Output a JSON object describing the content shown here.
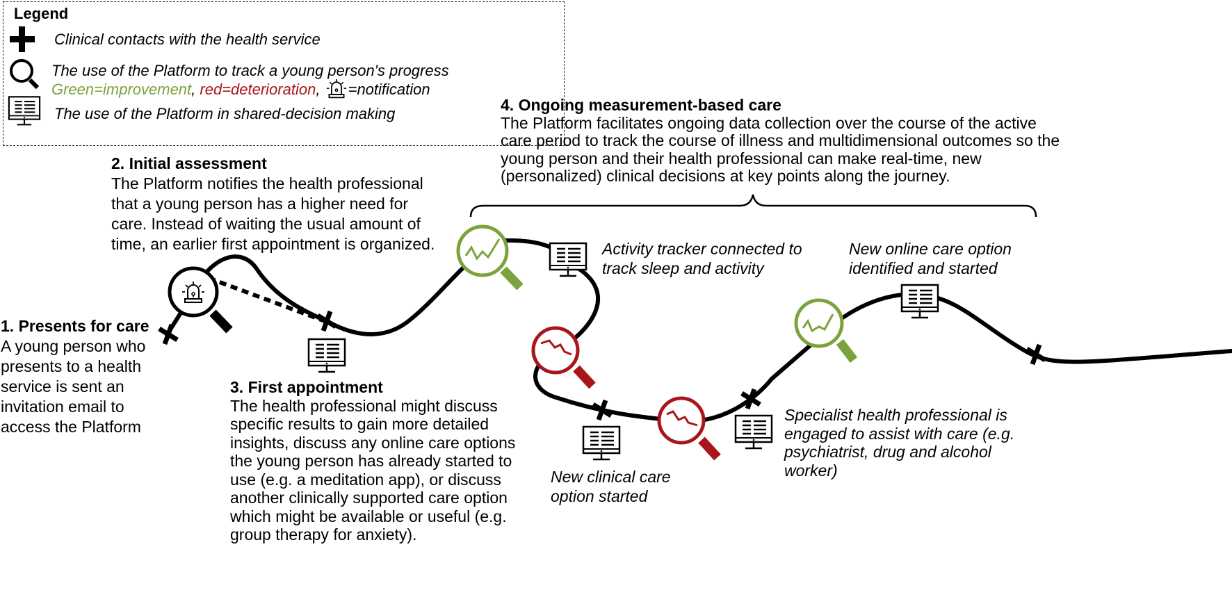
{
  "legend": {
    "title": "Legend",
    "items": [
      {
        "icon": "plus-icon",
        "text": "Clinical contacts with the health service"
      },
      {
        "icon": "magnifier-icon",
        "text": "The use of the Platform to track a young person's progress"
      },
      {
        "icon": "monitor-icon",
        "text": "The use of the Platform in shared-decision making"
      }
    ],
    "color_key": {
      "green": "Green=improvement",
      "sep1": ", ",
      "red": "red=deterioration",
      "sep2": ",",
      "notification": "=notification"
    }
  },
  "stages": {
    "s1": {
      "title": "1. Presents for care",
      "lines": [
        "A young person who",
        "presents to a health",
        "service is sent an",
        "invitation email to",
        "access the Platform"
      ]
    },
    "s2": {
      "title": "2. Initial assessment",
      "lines": [
        "The Platform notifies the health professional",
        "that a young person has a higher need for",
        "care. Instead of waiting the usual amount of",
        "time, an earlier first appointment is organized."
      ]
    },
    "s3": {
      "title": "3. First appointment",
      "lines": [
        "The health professional might discuss",
        "specific results to gain more detailed",
        "insights, discuss any online care options",
        "the young person has already started to",
        "use (e.g. a meditation app), or discuss",
        "another clinically supported care option",
        "which might be available or useful (e.g.",
        "group therapy for anxiety)."
      ]
    },
    "s4": {
      "title": "4. Ongoing measurement-based care",
      "lines": [
        "The Platform facilitates ongoing data collection over the course of the active",
        "care period to track the course of illness and multidimensional outcomes so the",
        "young person and their health professional can make real-time, new",
        "(personalized) clinical decisions at key points along the journey."
      ]
    }
  },
  "annotations": {
    "activity": [
      "Activity tracker connected to",
      "track sleep and activity"
    ],
    "online": [
      "New online care option",
      "identified and started"
    ],
    "clinical": [
      "New clinical care",
      "option started"
    ],
    "specialist": [
      "Specialist health professional is",
      "engaged to assist with care (e.g.",
      "psychiatrist, drug and alcohol",
      "worker)"
    ]
  },
  "colors": {
    "improvement": "#7aa33c",
    "deterioration": "#a8161b",
    "path": "#000000",
    "legend_border": "#222222"
  }
}
